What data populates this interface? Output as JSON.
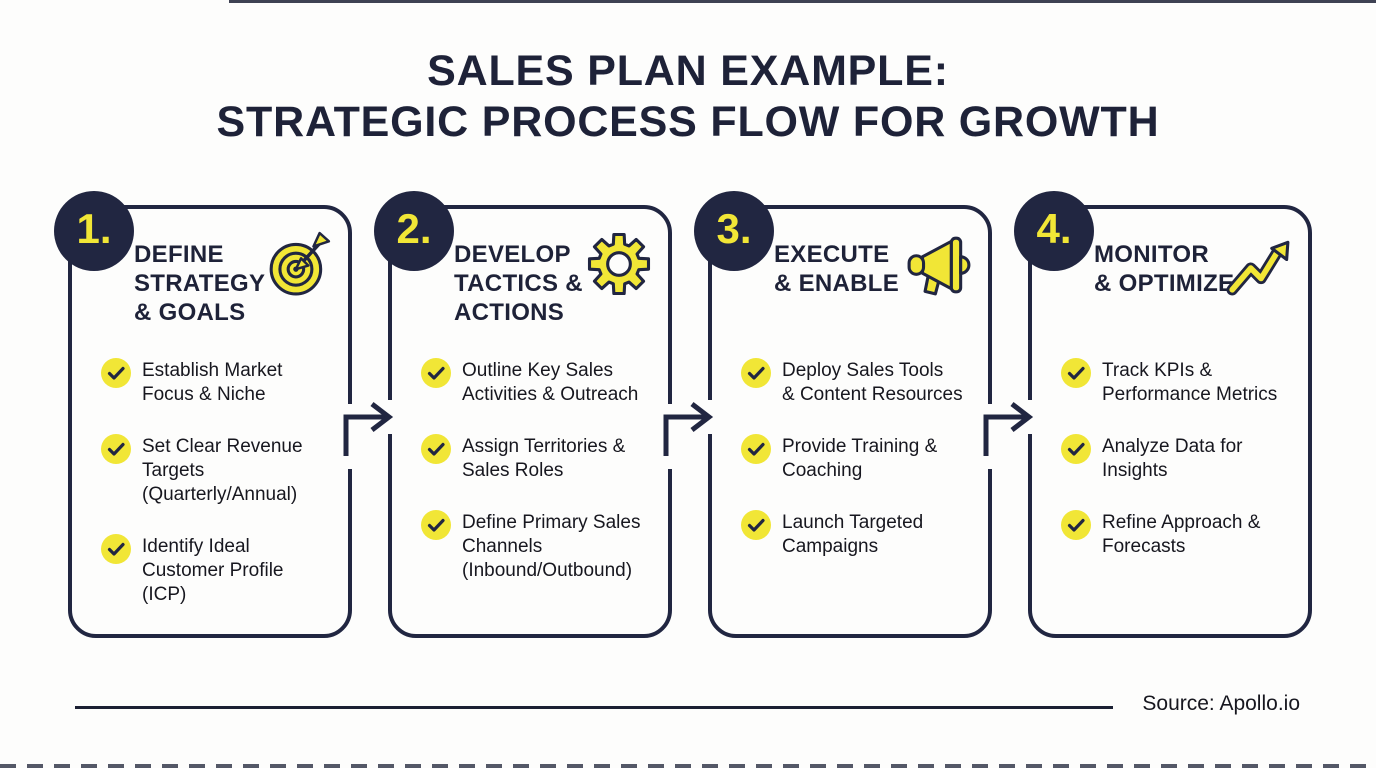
{
  "title": {
    "line1": "SALES PLAN EXAMPLE:",
    "line2": "STRATEGIC PROCESS FLOW FOR GROWTH"
  },
  "colors": {
    "navy": "#212641",
    "yellow": "#f1e636",
    "background": "#fdfdfc",
    "body_text": "#17171f"
  },
  "steps": [
    {
      "number": "1.",
      "heading": "DEFINE\nSTRATEGY\n& GOALS",
      "icon": "target-icon",
      "items": [
        "Establish Market\nFocus & Niche",
        "Set Clear Revenue\nTargets\n(Quarterly/Annual)",
        "Identify Ideal\nCustomer Profile\n(ICP)"
      ]
    },
    {
      "number": "2.",
      "heading": "DEVELOP\nTACTICS &\nACTIONS",
      "icon": "gear-icon",
      "items": [
        "Outline Key Sales\nActivities & Outreach",
        "Assign Territories &\nSales Roles",
        "Define Primary Sales\nChannels\n(Inbound/Outbound)"
      ]
    },
    {
      "number": "3.",
      "heading": "EXECUTE\n& ENABLE",
      "icon": "megaphone-icon",
      "items": [
        "Deploy Sales Tools\n& Content Resources",
        "Provide Training &\nCoaching",
        "Launch Targeted\nCampaigns"
      ]
    },
    {
      "number": "4.",
      "heading": "MONITOR\n& OPTIMIZE",
      "icon": "growth-arrow-icon",
      "items": [
        "Track KPIs &\nPerformance Metrics",
        "Analyze Data for\nInsights",
        "Refine Approach &\nForecasts"
      ]
    }
  ],
  "footer": {
    "source": "Source: Apollo.io"
  }
}
